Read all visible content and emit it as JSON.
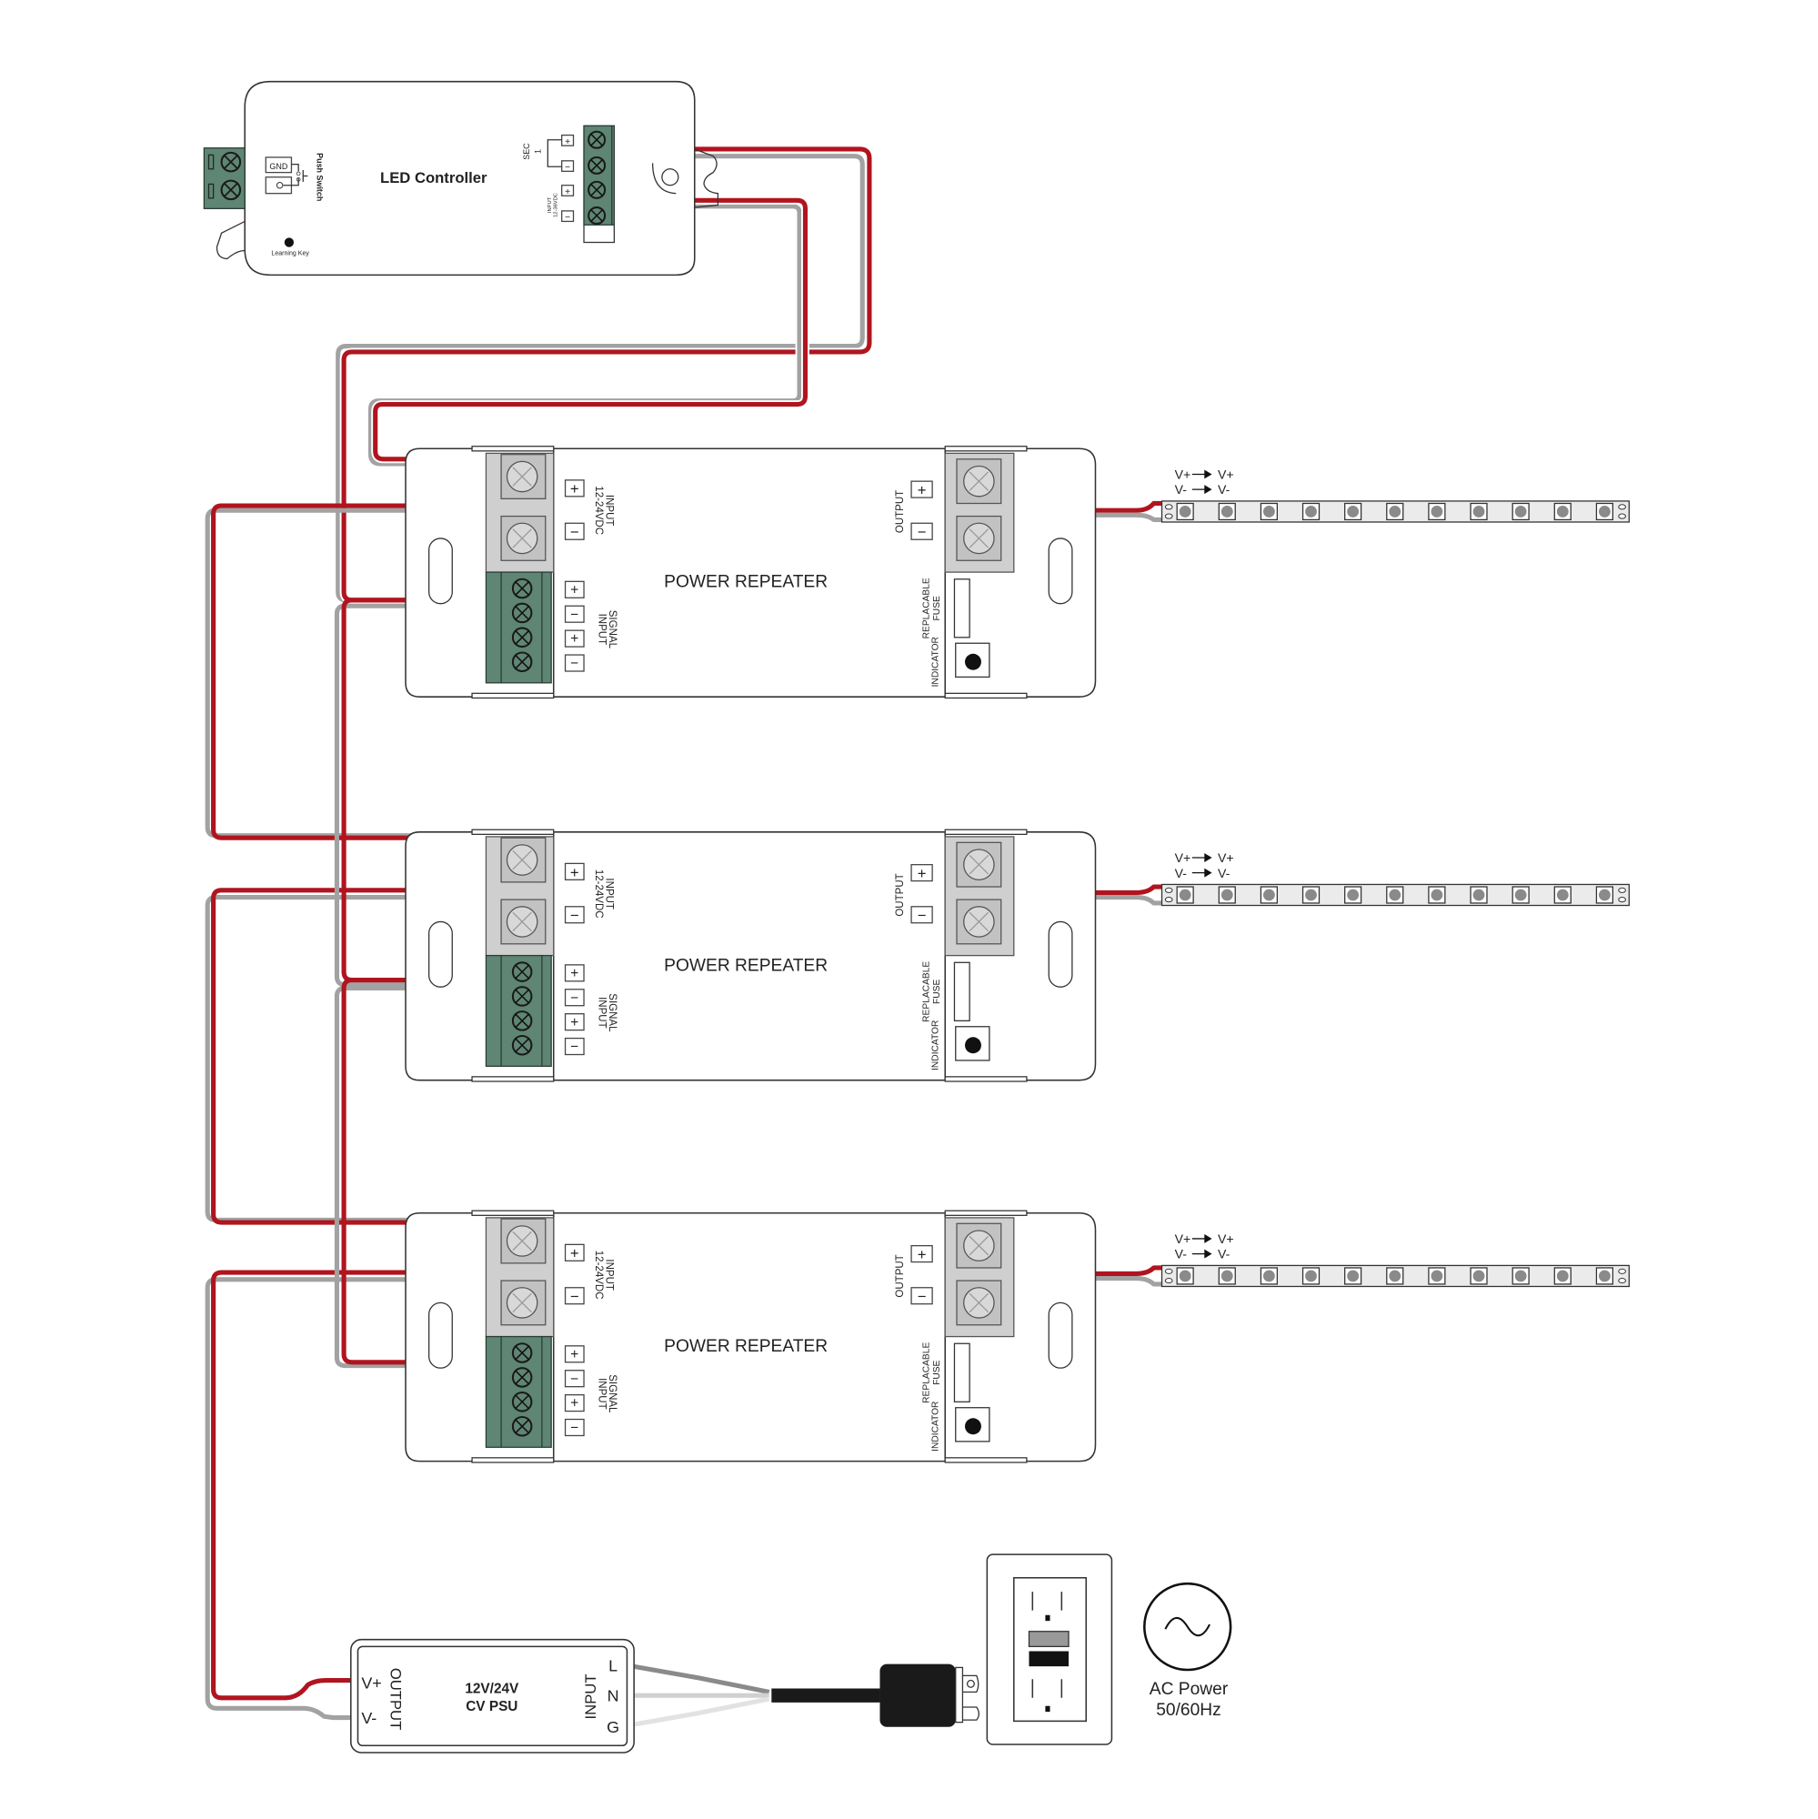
{
  "title": "LED Controller with Power Repeaters wiring diagram",
  "colors": {
    "positive_wire": "#b0151f",
    "negative_wire": "#a2a2a2",
    "signal_terminal": "#5f8574",
    "power_terminal": "#cfcfcf"
  },
  "controller": {
    "title": "LED Controller",
    "gnd_label": "GND",
    "push_switch_label": "Push Switch",
    "learning_key_label": "Learning Key",
    "sec_label": "SEC",
    "sec_channel": "1",
    "input_label": "INPUT",
    "input_voltage": "12-36VDC",
    "terminal_signs": [
      "+",
      "−",
      "+",
      "−"
    ]
  },
  "repeaters": [
    {
      "title": "POWER REPEATER",
      "input_label": "INPUT",
      "input_voltage": "12-24VDC",
      "signal_label": "SIGNAL",
      "signal_sub": "INPUT",
      "output_label": "OUTPUT",
      "fuse_label": "REPLACABLE",
      "fuse_sub": "FUSE",
      "indicator_label": "INDICATOR",
      "signs_input": [
        "+",
        "−"
      ],
      "signs_signal": [
        "+",
        "−",
        "+",
        "−"
      ],
      "signs_output": [
        "+",
        "−"
      ]
    },
    {
      "title": "POWER REPEATER",
      "input_label": "INPUT",
      "input_voltage": "12-24VDC",
      "signal_label": "SIGNAL",
      "signal_sub": "INPUT",
      "output_label": "OUTPUT",
      "fuse_label": "REPLACABLE",
      "fuse_sub": "FUSE",
      "indicator_label": "INDICATOR",
      "signs_input": [
        "+",
        "−"
      ],
      "signs_signal": [
        "+",
        "−",
        "+",
        "−"
      ],
      "signs_output": [
        "+",
        "−"
      ]
    },
    {
      "title": "POWER REPEATER",
      "input_label": "INPUT",
      "input_voltage": "12-24VDC",
      "signal_label": "SIGNAL",
      "signal_sub": "INPUT",
      "output_label": "OUTPUT",
      "fuse_label": "REPLACABLE",
      "fuse_sub": "FUSE",
      "indicator_label": "INDICATOR",
      "signs_input": [
        "+",
        "−"
      ],
      "signs_signal": [
        "+",
        "−",
        "+",
        "−"
      ],
      "signs_output": [
        "+",
        "−"
      ]
    }
  ],
  "led_strips": [
    {
      "line1": "V+→ V+",
      "line1_a": "V+",
      "line1_b": "V+",
      "line2_a": "V-",
      "line2_b": "V-",
      "led_count": 11
    },
    {
      "line1_a": "V+",
      "line1_b": "V+",
      "line2_a": "V-",
      "line2_b": "V-",
      "led_count": 11
    },
    {
      "line1_a": "V+",
      "line1_b": "V+",
      "line2_a": "V-",
      "line2_b": "V-",
      "led_count": 11
    }
  ],
  "psu": {
    "title_line1": "12V/24V",
    "title_line2": "CV PSU",
    "output_label": "OUTPUT",
    "vplus": "V+",
    "vminus": "V-",
    "input_label": "INPUT",
    "l": "L",
    "n": "N",
    "g": "G"
  },
  "ac": {
    "label_line1": "AC Power",
    "label_line2": "50/60Hz"
  }
}
